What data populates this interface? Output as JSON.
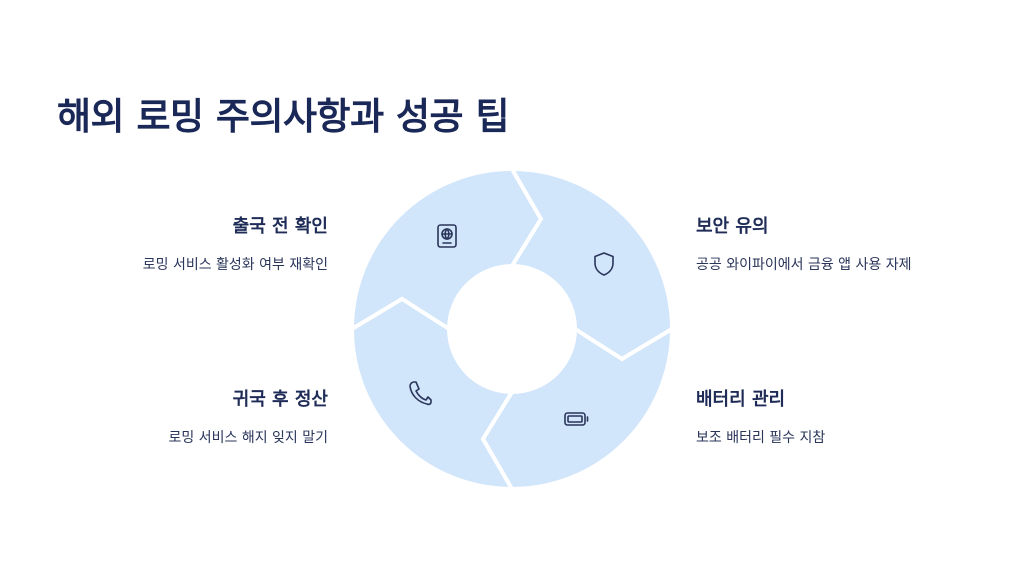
{
  "title": "해외 로밍 주의사항과 성공 팁",
  "items": [
    {
      "title": "출국 전 확인",
      "desc": "로밍 서비스 활성화 여부 재확인",
      "icon": "passport-icon"
    },
    {
      "title": "보안 유의",
      "desc": "공공 와이파이에서 금융 앱 사용 자제",
      "icon": "shield-icon"
    },
    {
      "title": "배터리 관리",
      "desc": "보조 배터리 필수 지참",
      "icon": "battery-icon"
    },
    {
      "title": "귀국 후 정산",
      "desc": "로밍 서비스 해지 잊지 말기",
      "icon": "phone-icon"
    }
  ],
  "colors": {
    "segment": "#d1e5fb",
    "icon": "#2a355a",
    "title": "#1a2858"
  }
}
